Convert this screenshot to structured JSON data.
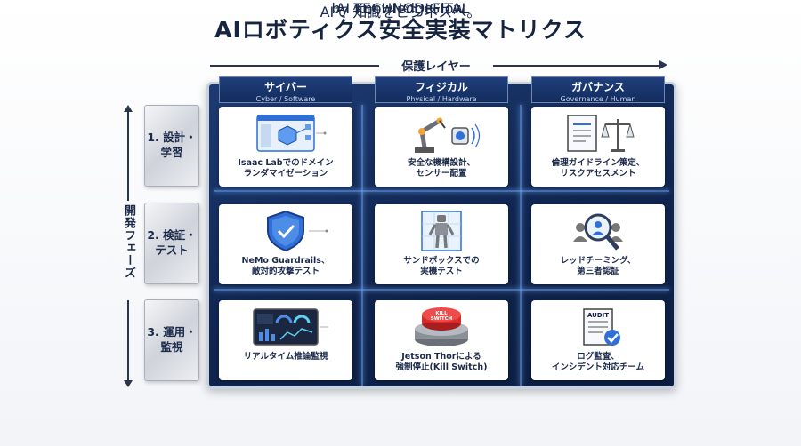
{
  "title": "AIロボティクス安全実装マトリクス",
  "layer_axis_label": "保護レイヤー",
  "phase_axis_label": "開発フェーズ",
  "columns": [
    {
      "jp": "サイバー",
      "en": "Cyber / Software"
    },
    {
      "jp": "フィジカル",
      "en": "Physical / Hardware"
    },
    {
      "jp": "ガバナンス",
      "en": "Governance / Human"
    }
  ],
  "rows": [
    {
      "label": "1. 設計・\n学習"
    },
    {
      "label": "2. 検証・\nテスト"
    },
    {
      "label": "3. 運用・\n監視"
    }
  ],
  "cells": [
    {
      "text": "Isaac Labでのドメイン\nランダマイゼーション",
      "icon": "simulation-monitor-icon"
    },
    {
      "text": "安全な機構設計、\nセンサー配置",
      "icon": "robot-arm-icon"
    },
    {
      "text": "倫理ガイドライン策定、\nリスクアセスメント",
      "icon": "document-scale-icon"
    },
    {
      "text": "NeMo Guardrails、\n敵対的攻撃テスト",
      "icon": "shield-icon"
    },
    {
      "text": "サンドボックスでの\n実機テスト",
      "icon": "humanoid-robot-icon"
    },
    {
      "text": "レッドチーミング、\n第三者認証",
      "icon": "magnifier-people-icon"
    },
    {
      "text": "リアルタイム推論監視",
      "icon": "dashboard-icon"
    },
    {
      "text": "Jetson Thorによる\n強制停止(Kill Switch)",
      "icon": "kill-switch-icon",
      "icon_label": "KILL\nSWITCH"
    },
    {
      "text": "ログ監査、\nインシデント対応チーム",
      "icon": "audit-document-icon",
      "icon_label": "AUDIT"
    }
  ],
  "footer": {
    "brand": "AI KnowledgeFlow",
    "by": "by TECHNODIGITAL",
    "tagline": "AIで 知識をビジネスへ。"
  },
  "colors": {
    "navy": "#10254f",
    "glow": "#6eaaff",
    "accent_blue": "#2f6fd6",
    "kill_red": "#d92b2b"
  }
}
